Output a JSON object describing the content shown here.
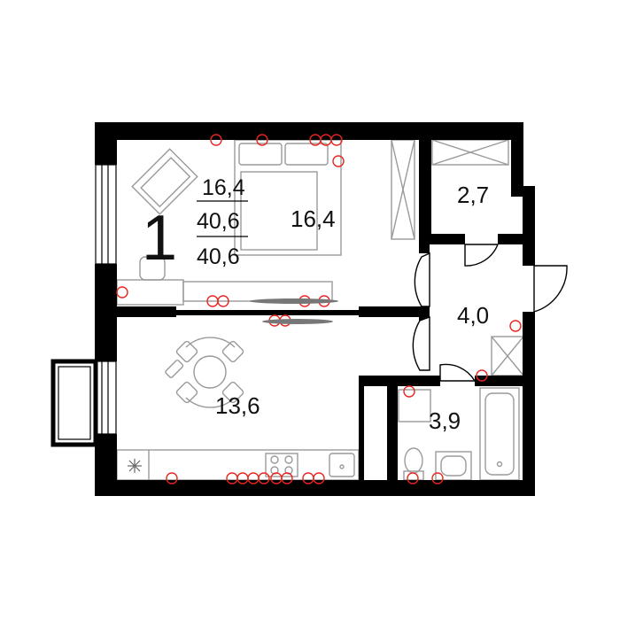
{
  "summary": {
    "rooms_count": "1",
    "living_area": "16,4",
    "total_area": "40,6",
    "total_area_2": "40,6"
  },
  "rooms": {
    "bedroom": "16,4",
    "kitchen": "13,6",
    "storage": "2,7",
    "hall": "4,0",
    "bathroom": "3,9"
  },
  "colors": {
    "wall": "#000000",
    "furniture": "#999999",
    "socket": "#e8261f",
    "background": "#ffffff"
  }
}
